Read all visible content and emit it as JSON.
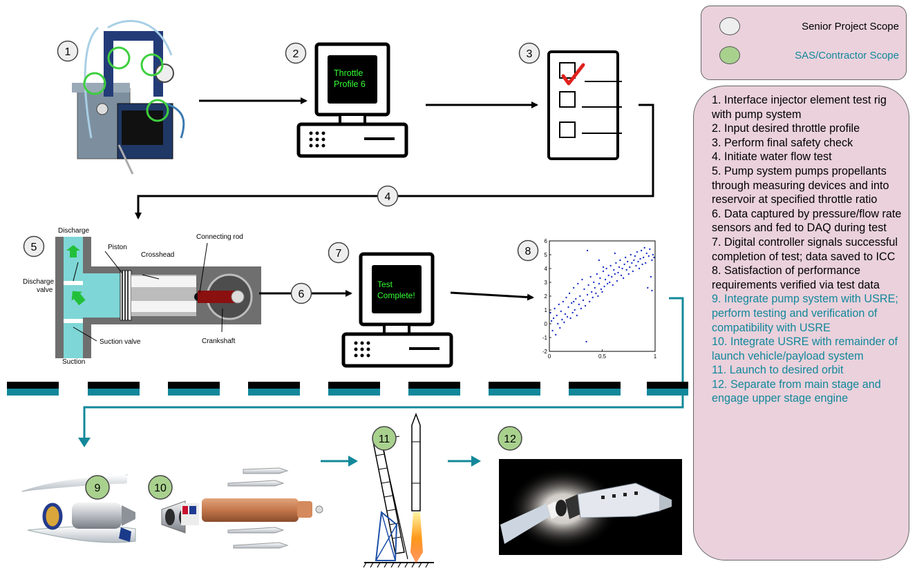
{
  "legend": {
    "senior": {
      "label": "Senior Project Scope",
      "color": "#eeeeee"
    },
    "sas": {
      "label": "SAS/Contractor Scope",
      "color": "#a9d18e",
      "text_color": "#12889a"
    }
  },
  "steps": [
    {
      "text": "1. Interface injector element test rig with pump system",
      "scope": "senior"
    },
    {
      "text": "2. Input desired throttle profile",
      "scope": "senior"
    },
    {
      "text": "3. Perform final safety check",
      "scope": "senior"
    },
    {
      "text": "4. Initiate water flow test",
      "scope": "senior"
    },
    {
      "text": "5. Pump system pumps propellants through measuring devices and into reservoir at specified throttle ratio",
      "scope": "senior"
    },
    {
      "text": "6. Data captured by pressure/flow rate sensors and fed to DAQ during test",
      "scope": "senior"
    },
    {
      "text": "7. Digital controller signals successful completion of test; data saved to ICC",
      "scope": "senior"
    },
    {
      "text": "8. Satisfaction of performance requirements verified via test data",
      "scope": "senior"
    },
    {
      "text": "9. Integrate pump system with USRE; perform testing and verification of compatibility with USRE",
      "scope": "sas"
    },
    {
      "text": "10. Integrate USRE with remainder of launch vehicle/payload system",
      "scope": "sas"
    },
    {
      "text": "11. Launch to desired orbit",
      "scope": "sas"
    },
    {
      "text": "12. Separate from main stage and engage upper stage engine",
      "scope": "sas"
    }
  ],
  "badges": {
    "b1": "1",
    "b2": "2",
    "b3": "3",
    "b4": "4",
    "b5": "5",
    "b6": "6",
    "b7": "7",
    "b8": "8",
    "b9": "9",
    "b10": "10",
    "b11": "11",
    "b12": "12"
  },
  "screens": {
    "throttle_line1": "Throttle",
    "throttle_line2": "Profile 6",
    "complete_line1": "Test",
    "complete_line2": "Complete!",
    "text_color": "#33ff33"
  },
  "pump_diagram": {
    "discharge": "Discharge",
    "piston": "Piston",
    "crosshead": "Crosshead",
    "connecting_rod": "Connecting rod",
    "discharge_valve_1": "Discharge",
    "discharge_valve_2": "valve",
    "suction_valve": "Suction valve",
    "crankshaft": "Crankshaft",
    "suction": "Suction"
  },
  "colors": {
    "teal": "#12889a",
    "fluid": "#7fd6d6",
    "sas_badge": "#a9d18e",
    "senior_badge": "#eeeeee"
  },
  "chart_data": {
    "type": "scatter",
    "xlim": [
      0,
      1
    ],
    "ylim": [
      -2,
      6
    ],
    "xticks": [
      "0",
      "0.5",
      "1"
    ],
    "yticks": [
      "-2",
      "-1",
      "0",
      "1",
      "2",
      "3",
      "4",
      "5",
      "6"
    ],
    "series": [
      {
        "x": [
          0.01,
          0.02,
          0.03,
          0.04,
          0.05,
          0.06,
          0.07,
          0.08,
          0.09,
          0.1,
          0.11,
          0.12,
          0.13,
          0.14,
          0.15,
          0.16,
          0.17,
          0.18,
          0.19,
          0.2,
          0.21,
          0.22,
          0.23,
          0.24,
          0.25,
          0.26,
          0.27,
          0.28,
          0.29,
          0.3,
          0.31,
          0.32,
          0.33,
          0.34,
          0.35,
          0.36,
          0.37,
          0.38,
          0.39,
          0.4,
          0.41,
          0.42,
          0.43,
          0.44,
          0.45,
          0.46,
          0.47,
          0.48,
          0.49,
          0.5,
          0.51,
          0.52,
          0.53,
          0.54,
          0.55,
          0.56,
          0.57,
          0.58,
          0.59,
          0.6,
          0.61,
          0.62,
          0.63,
          0.64,
          0.65,
          0.66,
          0.67,
          0.68,
          0.69,
          0.7,
          0.71,
          0.72,
          0.73,
          0.74,
          0.75,
          0.76,
          0.77,
          0.78,
          0.79,
          0.8,
          0.81,
          0.82,
          0.83,
          0.84,
          0.85,
          0.86,
          0.87,
          0.88,
          0.89,
          0.9,
          0.91,
          0.92,
          0.93,
          0.94,
          0.95,
          0.96,
          0.97,
          0.98,
          0.99,
          0.36,
          0.47,
          0.62,
          0.97,
          0.23,
          0.51
        ],
        "y": [
          0.8,
          0.2,
          -0.5,
          0.4,
          1.1,
          -0.8,
          0.6,
          0.0,
          1.4,
          -0.3,
          0.9,
          0.3,
          1.6,
          0.1,
          0.7,
          1.9,
          0.5,
          1.2,
          2.2,
          0.4,
          1.5,
          0.8,
          2.6,
          1.0,
          1.8,
          0.6,
          2.9,
          1.4,
          2.0,
          1.1,
          3.2,
          1.7,
          2.5,
          1.3,
          -1.3,
          2.1,
          2.8,
          1.6,
          3.4,
          2.3,
          1.9,
          3.0,
          2.6,
          2.2,
          3.6,
          2.0,
          2.9,
          3.3,
          2.5,
          2.3,
          3.8,
          2.7,
          3.2,
          4.0,
          2.9,
          3.5,
          3.0,
          4.2,
          3.4,
          2.8,
          3.9,
          3.6,
          4.4,
          3.1,
          3.7,
          4.1,
          4.6,
          3.5,
          4.0,
          3.3,
          4.3,
          4.8,
          3.9,
          4.5,
          3.6,
          4.1,
          5.0,
          4.4,
          3.8,
          4.6,
          4.9,
          4.2,
          5.2,
          4.5,
          4.0,
          4.7,
          5.3,
          4.3,
          4.8,
          5.5,
          4.4,
          5.1,
          2.6,
          4.9,
          5.4,
          3.4,
          4.6,
          5.0,
          4.8,
          5.3,
          4.6,
          5.1,
          2.4,
          1.6,
          4.1
        ]
      }
    ]
  }
}
